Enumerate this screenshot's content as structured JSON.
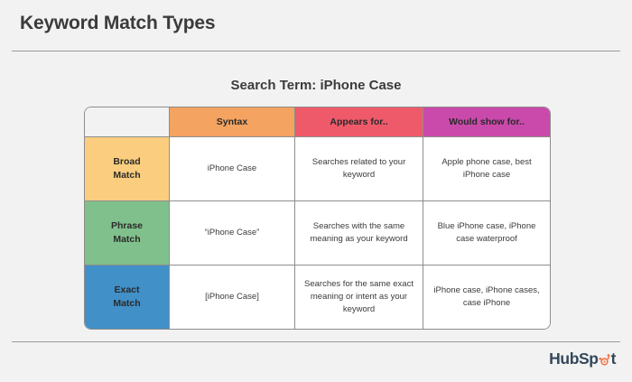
{
  "page": {
    "title": "Keyword Match Types",
    "subtitle": "Search Term: iPhone Case",
    "background_color": "#f1f2f1",
    "rule_color": "#9b9b9b"
  },
  "table": {
    "columns": [
      {
        "key": "label",
        "header": "",
        "header_bg": "#f1f2f1"
      },
      {
        "key": "syntax",
        "header": "Syntax",
        "header_bg": "#f5a361"
      },
      {
        "key": "appear",
        "header": "Appears for..",
        "header_bg": "#ef5a6b"
      },
      {
        "key": "show",
        "header": "Would show for..",
        "header_bg": "#ca4aab"
      }
    ],
    "rows": [
      {
        "label": "Broad\nMatch",
        "label_line1": "Broad",
        "label_line2": "Match",
        "label_bg": "#fbce7f",
        "syntax": "iPhone Case",
        "appear": "Searches related to your keyword",
        "show": "Apple phone case, best iPhone case"
      },
      {
        "label": "Phrase\nMatch",
        "label_line1": "Phrase",
        "label_line2": "Match",
        "label_bg": "#80c08c",
        "syntax": "“iPhone Case”",
        "appear": "Searches with the same meaning as your keyword",
        "show": "Blue iPhone case, iPhone case waterproof"
      },
      {
        "label": "Exact\nMatch",
        "label_line1": "Exact",
        "label_line2": "Match",
        "label_bg": "#4190c8",
        "syntax": "[iPhone Case]",
        "appear": "Searches for the same exact meaning or intent as your keyword",
        "show": "iPhone case, iPhone cases, case iPhone"
      }
    ]
  },
  "footer": {
    "logo": {
      "text_before": "HubSp",
      "text_after": "t",
      "icon": "hubspot-sprocket-icon",
      "word_color": "#33475b",
      "accent_color": "#f2764b"
    }
  }
}
